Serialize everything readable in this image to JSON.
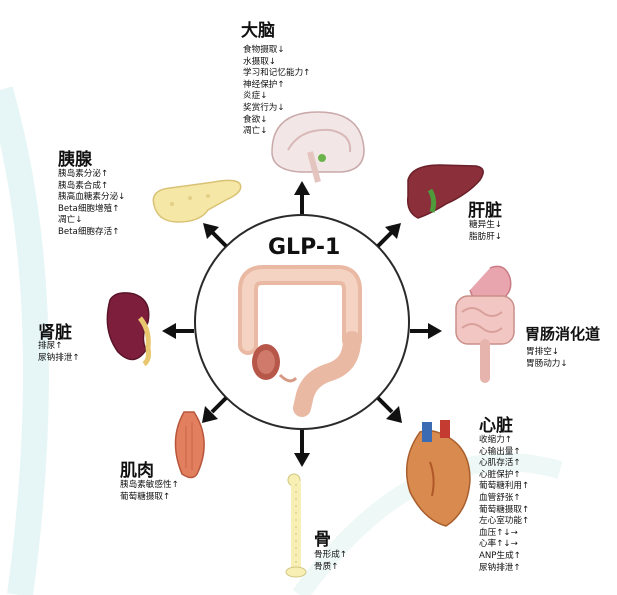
{
  "center": {
    "label": "GLP-1"
  },
  "organs": {
    "brain": {
      "title": "大脑",
      "effects": [
        "食物摄取↓",
        "水摄取↓",
        "学习和记忆能力↑",
        "神经保护↑",
        "炎症↓",
        "奖赏行为↓",
        "食欲↓",
        "凋亡↓"
      ]
    },
    "pancreas": {
      "title": "胰腺",
      "effects": [
        "胰岛素分泌↑",
        "胰岛素合成↑",
        "胰高血糖素分泌↓",
        "Beta细胞增殖↑",
        "凋亡↓",
        "Beta细胞存活↑"
      ]
    },
    "liver": {
      "title": "肝脏",
      "effects": [
        "糖异生↓",
        "脂肪肝↓"
      ]
    },
    "gi": {
      "title": "胃肠消化道",
      "effects": [
        "胃排空↓",
        "胃肠动力↓"
      ]
    },
    "kidney": {
      "title": "肾脏",
      "effects": [
        "排尿↑",
        "尿钠排泄↑"
      ]
    },
    "muscle": {
      "title": "肌肉",
      "effects": [
        "胰岛素敏感性↑",
        "葡萄糖摄取↑"
      ]
    },
    "bone": {
      "title": "骨",
      "effects": [
        "骨形成↑",
        "骨质↑"
      ]
    },
    "heart": {
      "title": "心脏",
      "effects": [
        "收缩力↑",
        "心输出量↑",
        "心肌存活↑",
        "心脏保护↑",
        "葡萄糖利用↑",
        "血管舒张↑",
        "葡萄糖摄取↑",
        "左心室功能↑",
        "血压↑↓→",
        "心率↑↓→",
        "ANP生成↑",
        "尿钠排泄↑"
      ]
    }
  }
}
